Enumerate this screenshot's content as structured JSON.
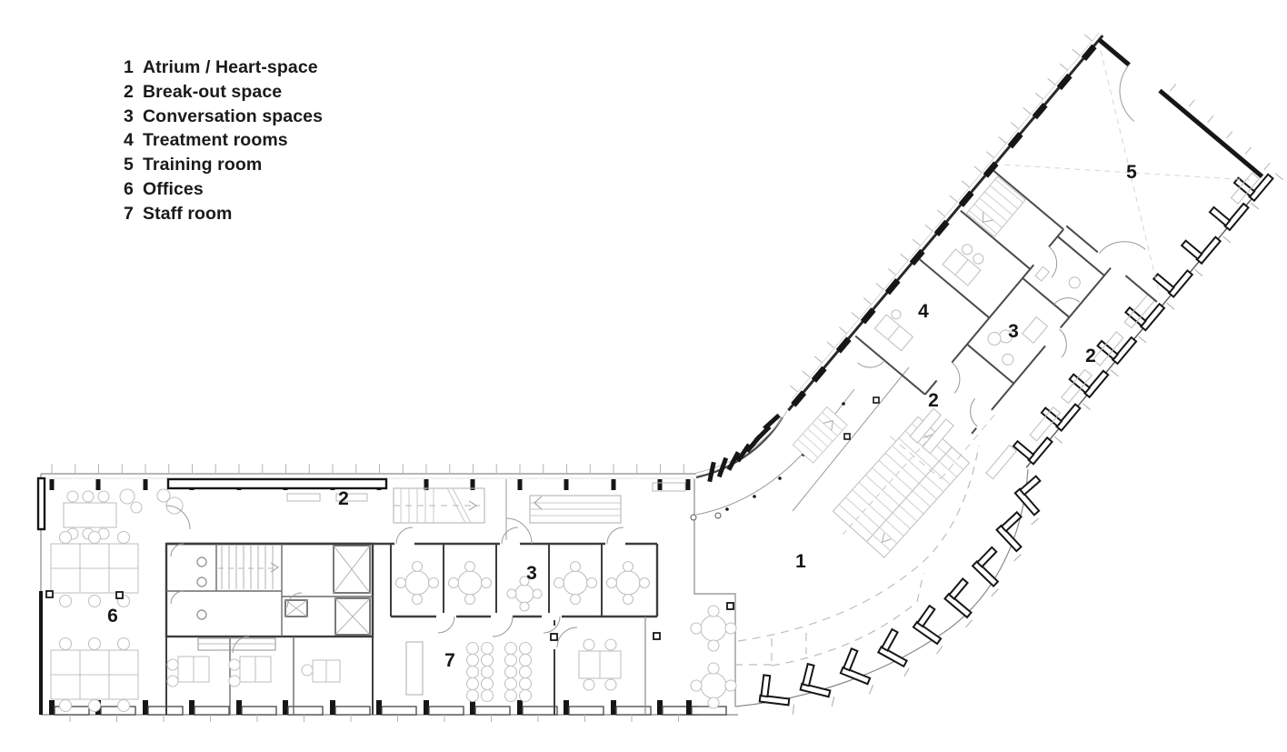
{
  "legend": {
    "items": [
      {
        "number": "1",
        "label": "Atrium / Heart-space"
      },
      {
        "number": "2",
        "label": "Break-out space"
      },
      {
        "number": "3",
        "label": "Conversation spaces"
      },
      {
        "number": "4",
        "label": "Treatment rooms"
      },
      {
        "number": "5",
        "label": "Training room"
      },
      {
        "number": "6",
        "label": "Offices"
      },
      {
        "number": "7",
        "label": "Staff room"
      }
    ]
  },
  "plan": {
    "room_labels": [
      "2",
      "3",
      "6",
      "7",
      "1",
      "2",
      "4",
      "3",
      "2",
      "5"
    ]
  },
  "colors": {
    "background": "#ffffff",
    "text": "#1a1a1a",
    "wall_dark": "#161616",
    "wall_medium": "#4a4a4a",
    "line_light": "#8a8a8a",
    "furniture": "#c2c2c2",
    "dash": "#bdbdbd"
  }
}
